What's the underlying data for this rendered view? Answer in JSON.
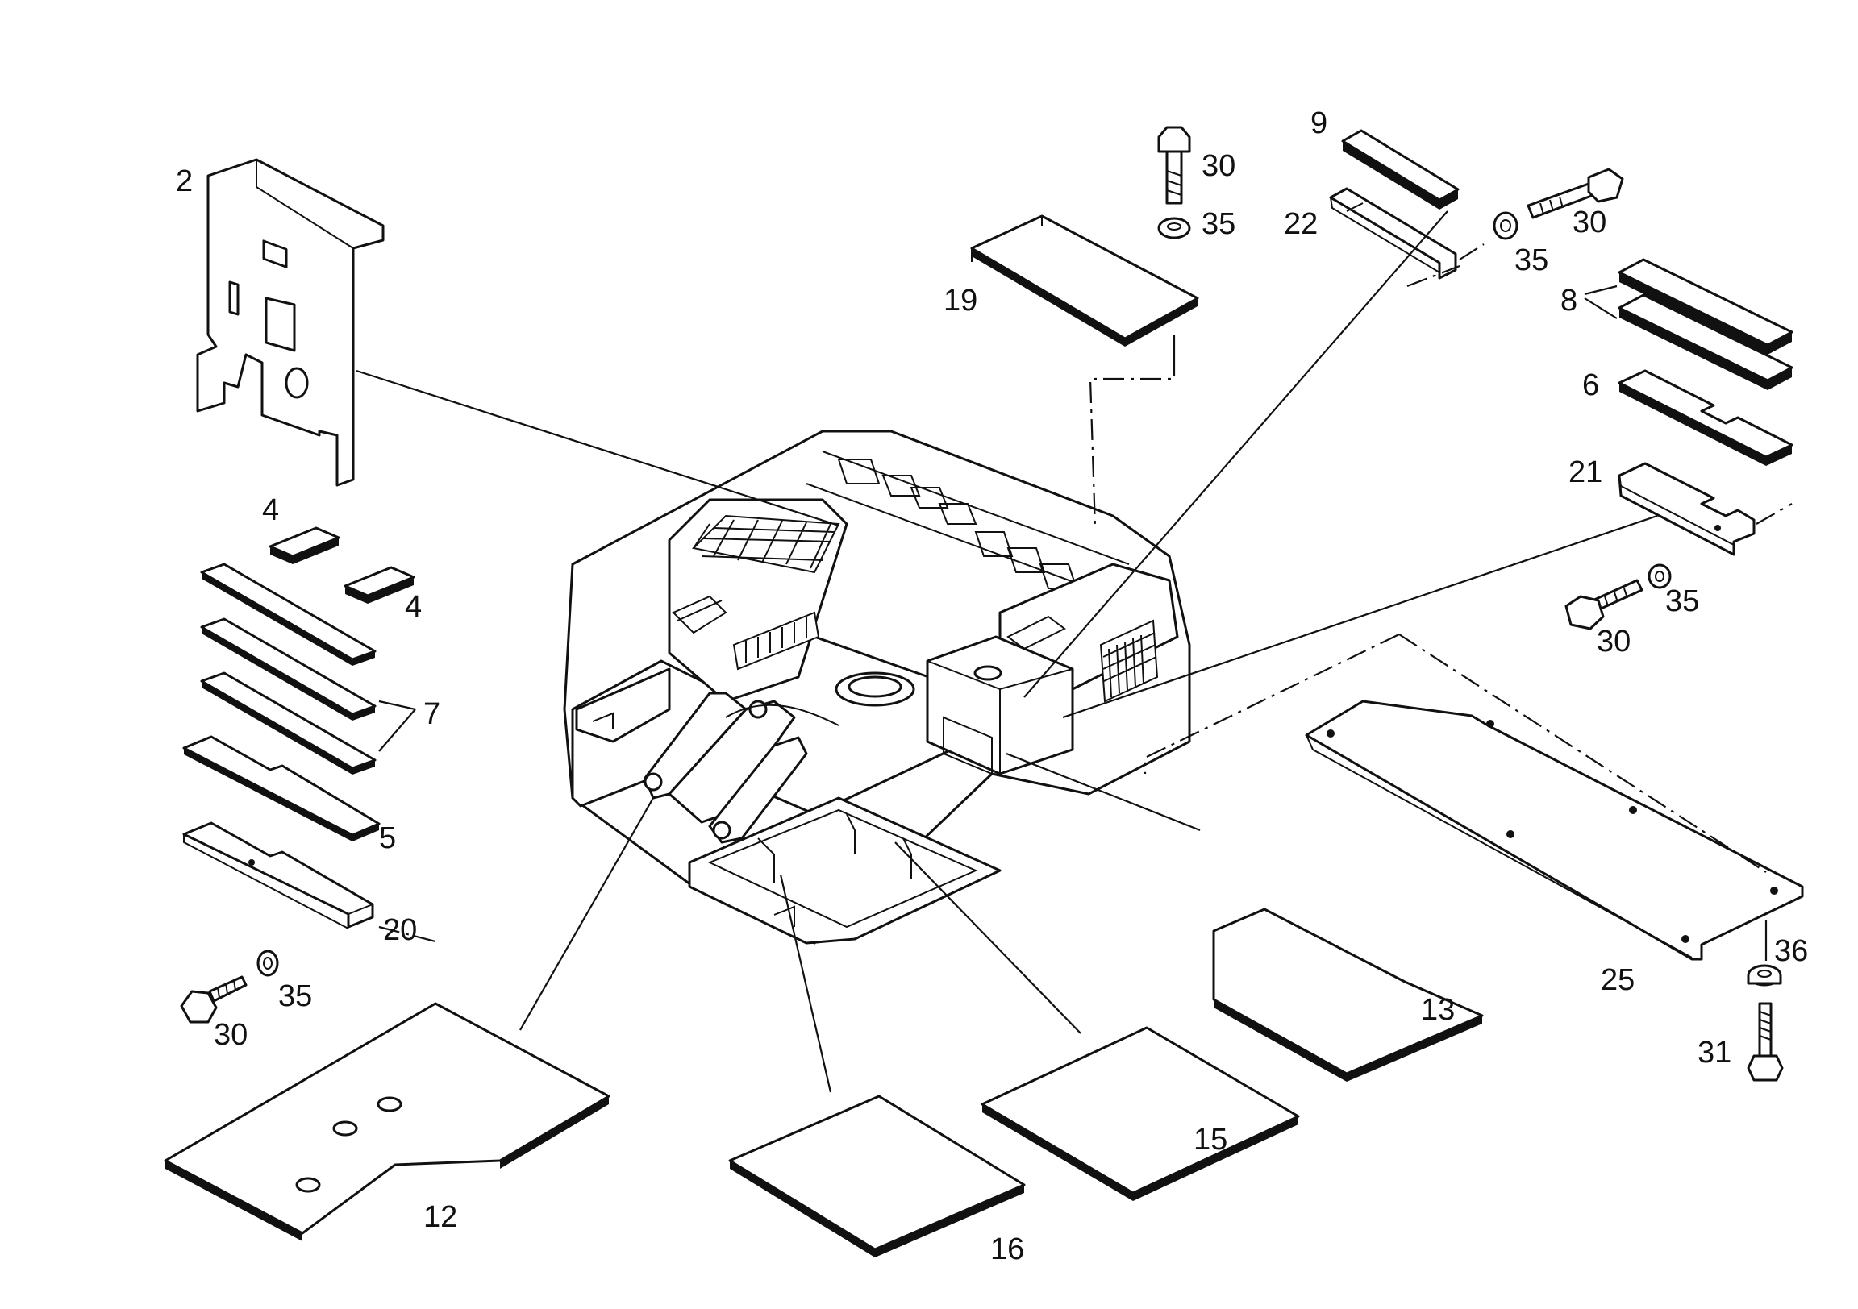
{
  "callouts": {
    "c2": "2",
    "c4a": "4",
    "c4b": "4",
    "c5": "5",
    "c6": "6",
    "c7": "7",
    "c8": "8",
    "c9": "9",
    "c12": "12",
    "c13": "13",
    "c15": "15",
    "c16": "16",
    "c19": "19",
    "c20": "20",
    "c21": "21",
    "c22": "22",
    "c25": "25",
    "c30a": "30",
    "c30b": "30",
    "c30c": "30",
    "c30d": "30",
    "c31": "31",
    "c35a": "35",
    "c35b": "35",
    "c35c": "35",
    "c35d": "35",
    "c36": "36"
  }
}
